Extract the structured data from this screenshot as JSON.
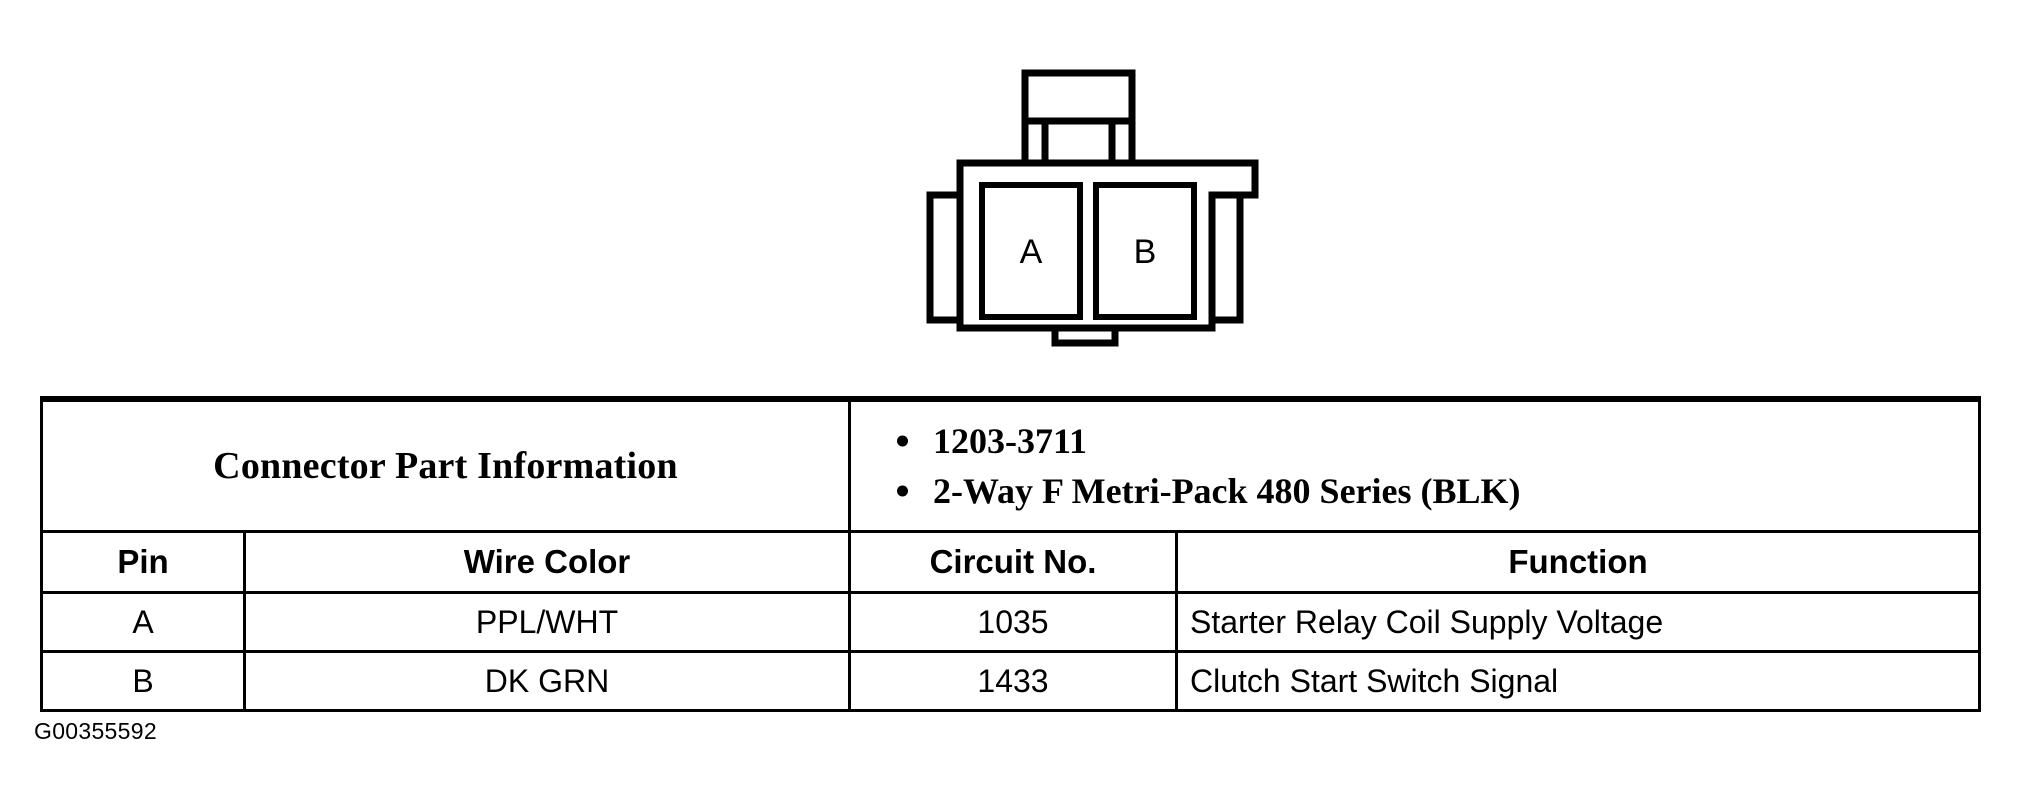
{
  "figure": {
    "id_label": "G00355592",
    "connector": {
      "name": "2-way-female-connector-face-view",
      "cavities": [
        {
          "label": "A"
        },
        {
          "label": "B"
        }
      ],
      "stroke_color": "#000000",
      "fill_color": "#ffffff"
    }
  },
  "table": {
    "part_information": {
      "heading": "Connector Part Information",
      "items": [
        "1203-3711",
        "2-Way F Metri-Pack 480 Series (BLK)"
      ]
    },
    "columns": [
      {
        "key": "pin",
        "label": "Pin"
      },
      {
        "key": "wire_color",
        "label": "Wire Color"
      },
      {
        "key": "circuit_no",
        "label": "Circuit No."
      },
      {
        "key": "function",
        "label": "Function"
      }
    ],
    "rows": [
      {
        "pin": "A",
        "wire_color": "PPL/WHT",
        "circuit_no": "1035",
        "function": "Starter Relay Coil Supply Voltage"
      },
      {
        "pin": "B",
        "wire_color": "DK GRN",
        "circuit_no": "1433",
        "function": "Clutch Start Switch Signal"
      }
    ]
  }
}
